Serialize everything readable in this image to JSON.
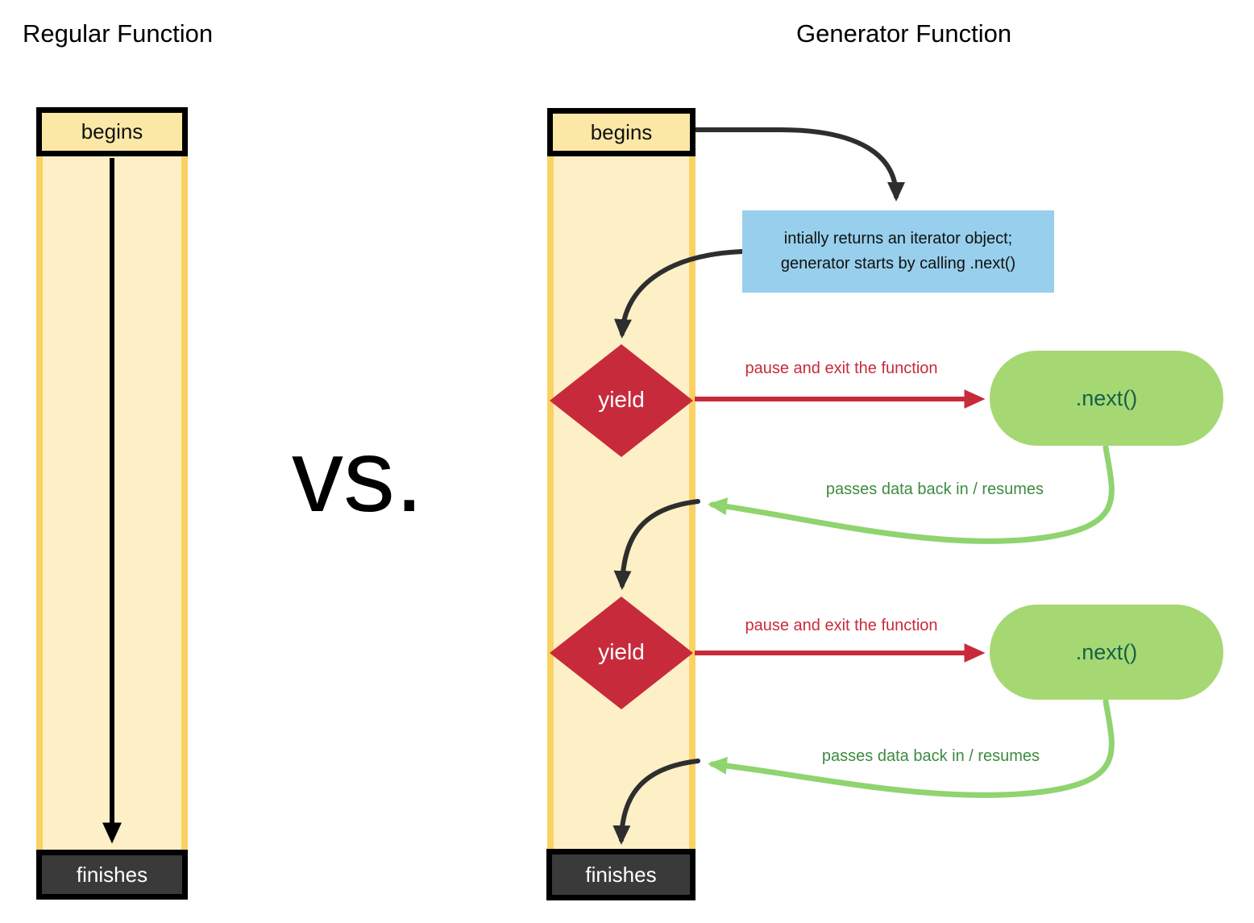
{
  "titles": {
    "left": "Regular Function",
    "right": "Generator Function",
    "versus": "vs."
  },
  "regular_function": {
    "begins_label": "begins",
    "finishes_label": "finishes"
  },
  "generator_function": {
    "begins_label": "begins",
    "finishes_label": "finishes",
    "note": {
      "line1": "intially returns an iterator object;",
      "line2": "generator starts by calling .next()"
    },
    "yield1_label": "yield",
    "yield2_label": "yield",
    "next1_label": ".next()",
    "next2_label": ".next()",
    "pause1_label": "pause and exit the function",
    "pause2_label": "pause and exit the function",
    "resume1_label": "passes data back in / resumes",
    "resume2_label": "passes data back in / resumes"
  },
  "colors": {
    "column_fill": "#FDEFC6",
    "column_border": "#FAD163",
    "begins_fill": "#FCE8A6",
    "finishes_fill": "#3A3A3A",
    "note_fill": "#97CFEC",
    "diamond_red": "#C72B3B",
    "arrow_red": "#C72B3B",
    "pill_green": "#A5D873",
    "arrow_green": "#8FD46F",
    "text_green": "#3D8B41",
    "next_text_green": "#17604A",
    "arrow_dark": "#2E2E2E"
  }
}
